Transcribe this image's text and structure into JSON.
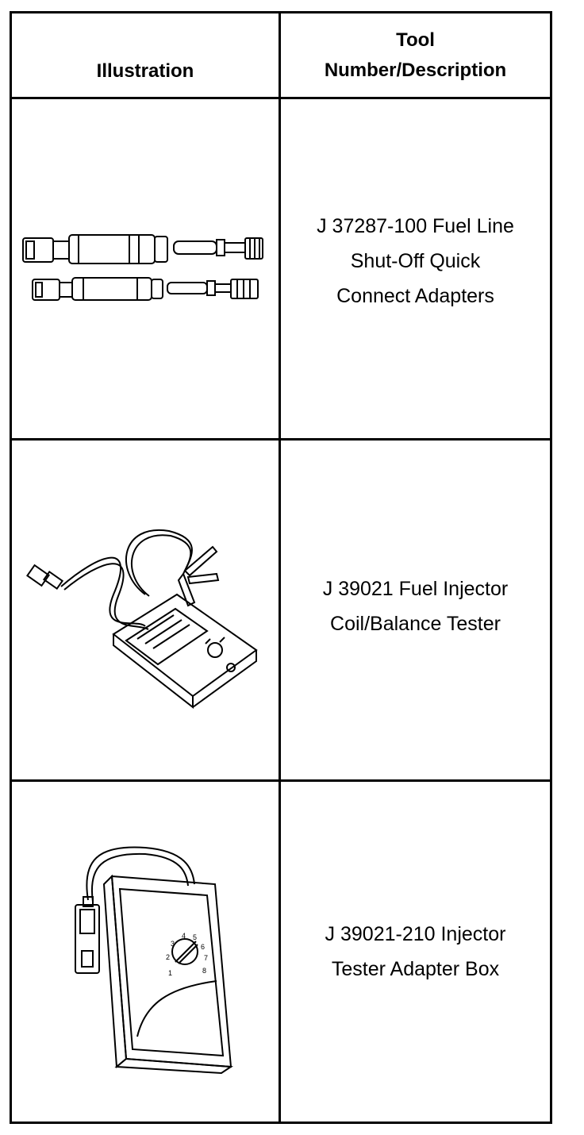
{
  "table": {
    "headers": {
      "illustration": "Illustration",
      "tool_line1": "Tool",
      "tool_line2": "Number/Description"
    },
    "rows": [
      {
        "desc_lines": [
          "J 37287-100 Fuel Line",
          "Shut-Off Quick",
          "Connect Adapters"
        ],
        "icon": "fuel-line-adapters-icon"
      },
      {
        "desc_lines": [
          "J 39021 Fuel Injector",
          "Coil/Balance Tester"
        ],
        "icon": "injector-tester-icon"
      },
      {
        "desc_lines": [
          "J 39021-210 Injector",
          "Tester Adapter Box"
        ],
        "icon": "adapter-box-icon",
        "dial_labels": [
          "1",
          "2",
          "3",
          "4",
          "5",
          "6",
          "7",
          "8"
        ]
      }
    ]
  }
}
